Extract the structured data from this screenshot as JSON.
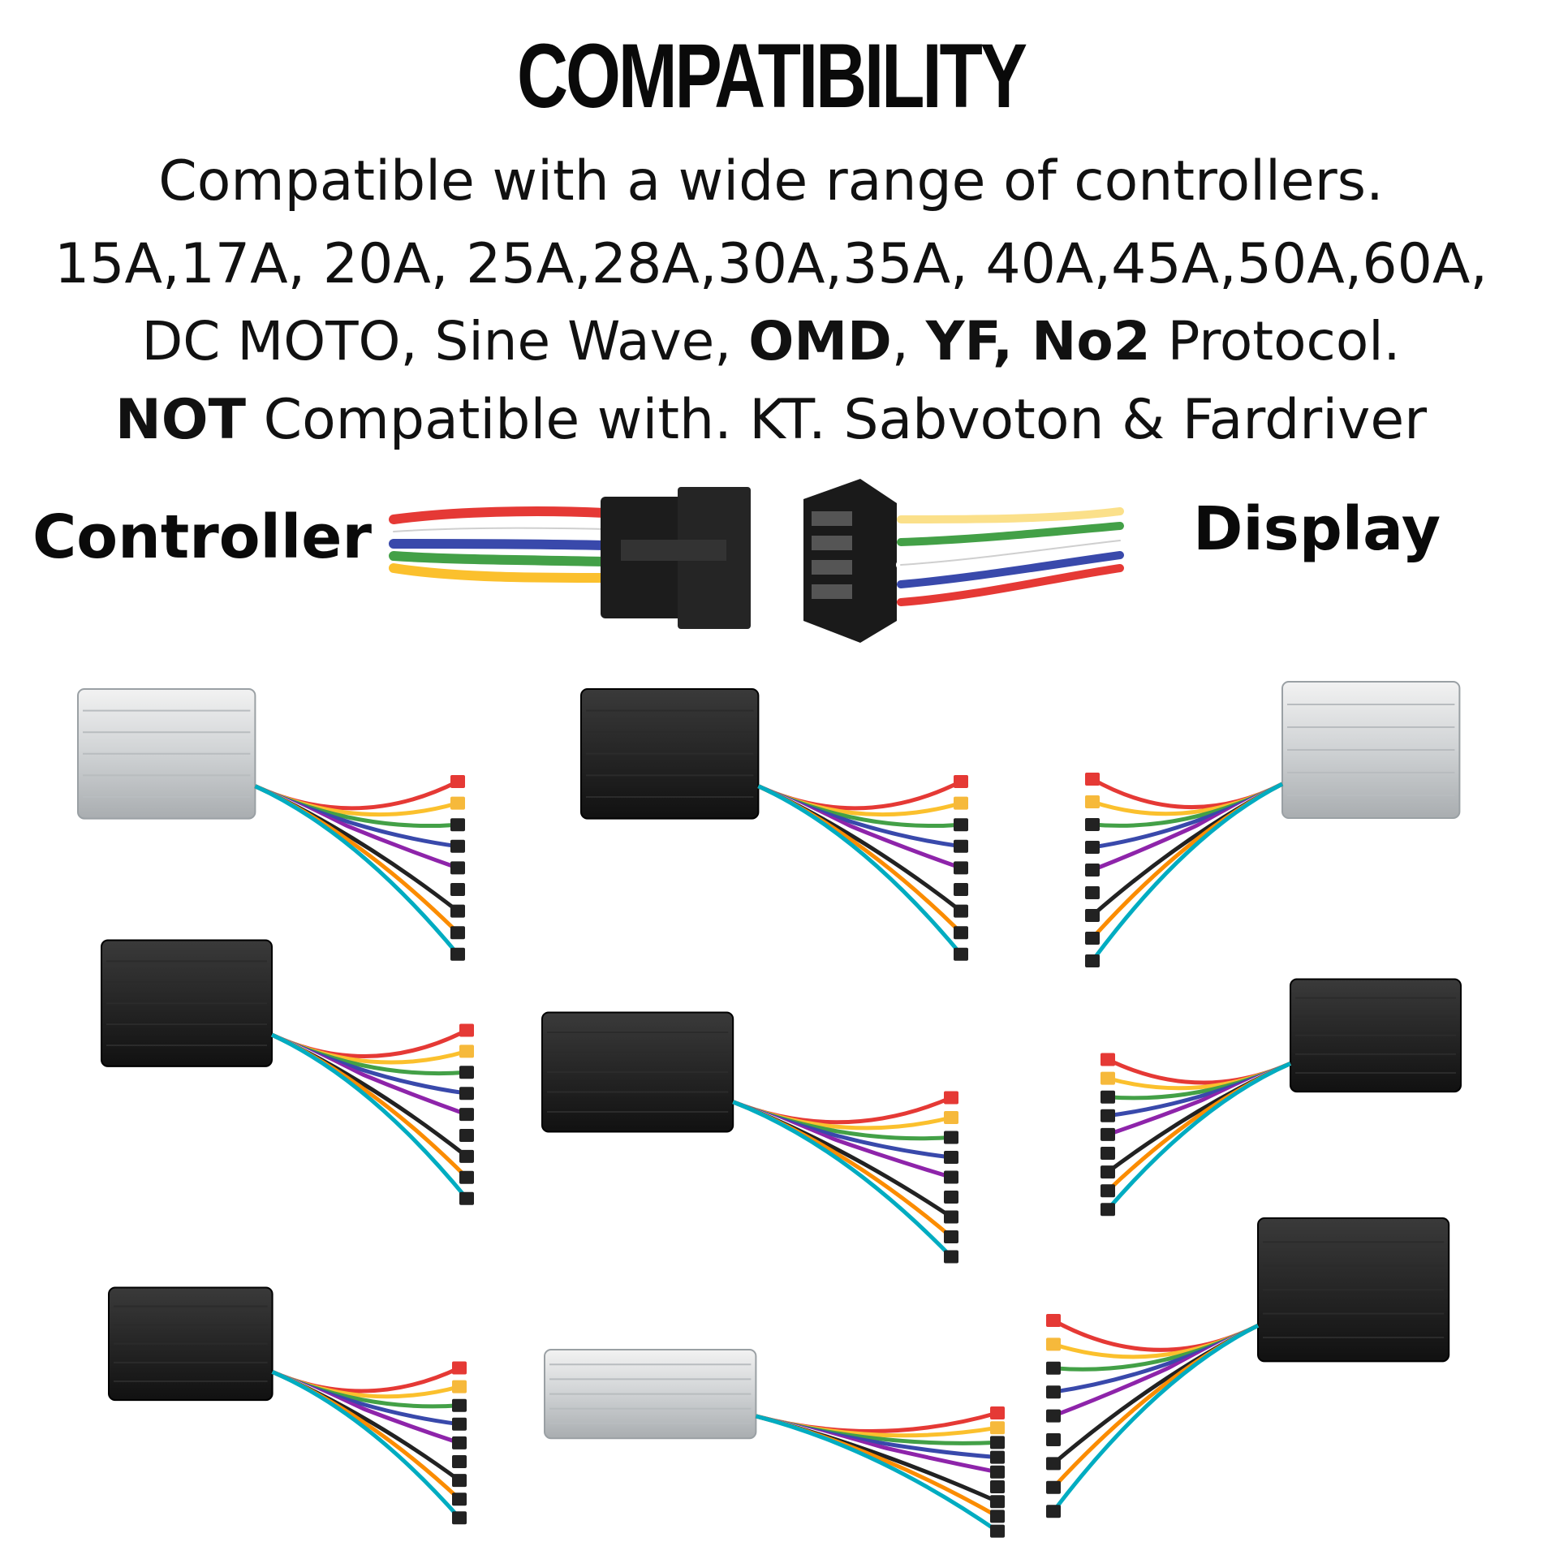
{
  "header": {
    "title": "COMPATIBILITY",
    "line1": "Compatible with a wide range of controllers.",
    "line2": "15A,17A, 20A, 25A,28A,30A,35A, 40A,45A,50A,60A,",
    "line3_a": "DC MOTO, Sine Wave, ",
    "line3_b": "OMD",
    "line3_c": ", ",
    "line3_d": "YF, No2",
    "line3_e": " Protocol.",
    "line4_a": "NOT",
    "line4_b": " Compatible with. KT. Sabvoton & Fardriver"
  },
  "connector": {
    "left_label": "Controller",
    "right_label": "Display",
    "wire_colors": [
      "#e53935",
      "#ffffff",
      "#3949ab",
      "#43a047",
      "#fbc02d"
    ]
  },
  "products": {
    "icons": [
      "silver-controller-icon",
      "black-controller-icon",
      "silver-controller-icon",
      "black-controller-icon",
      "black-controller-icon",
      "black-controller-icon",
      "black-controller-icon",
      "silver-controller-icon",
      "black-controller-icon"
    ]
  }
}
